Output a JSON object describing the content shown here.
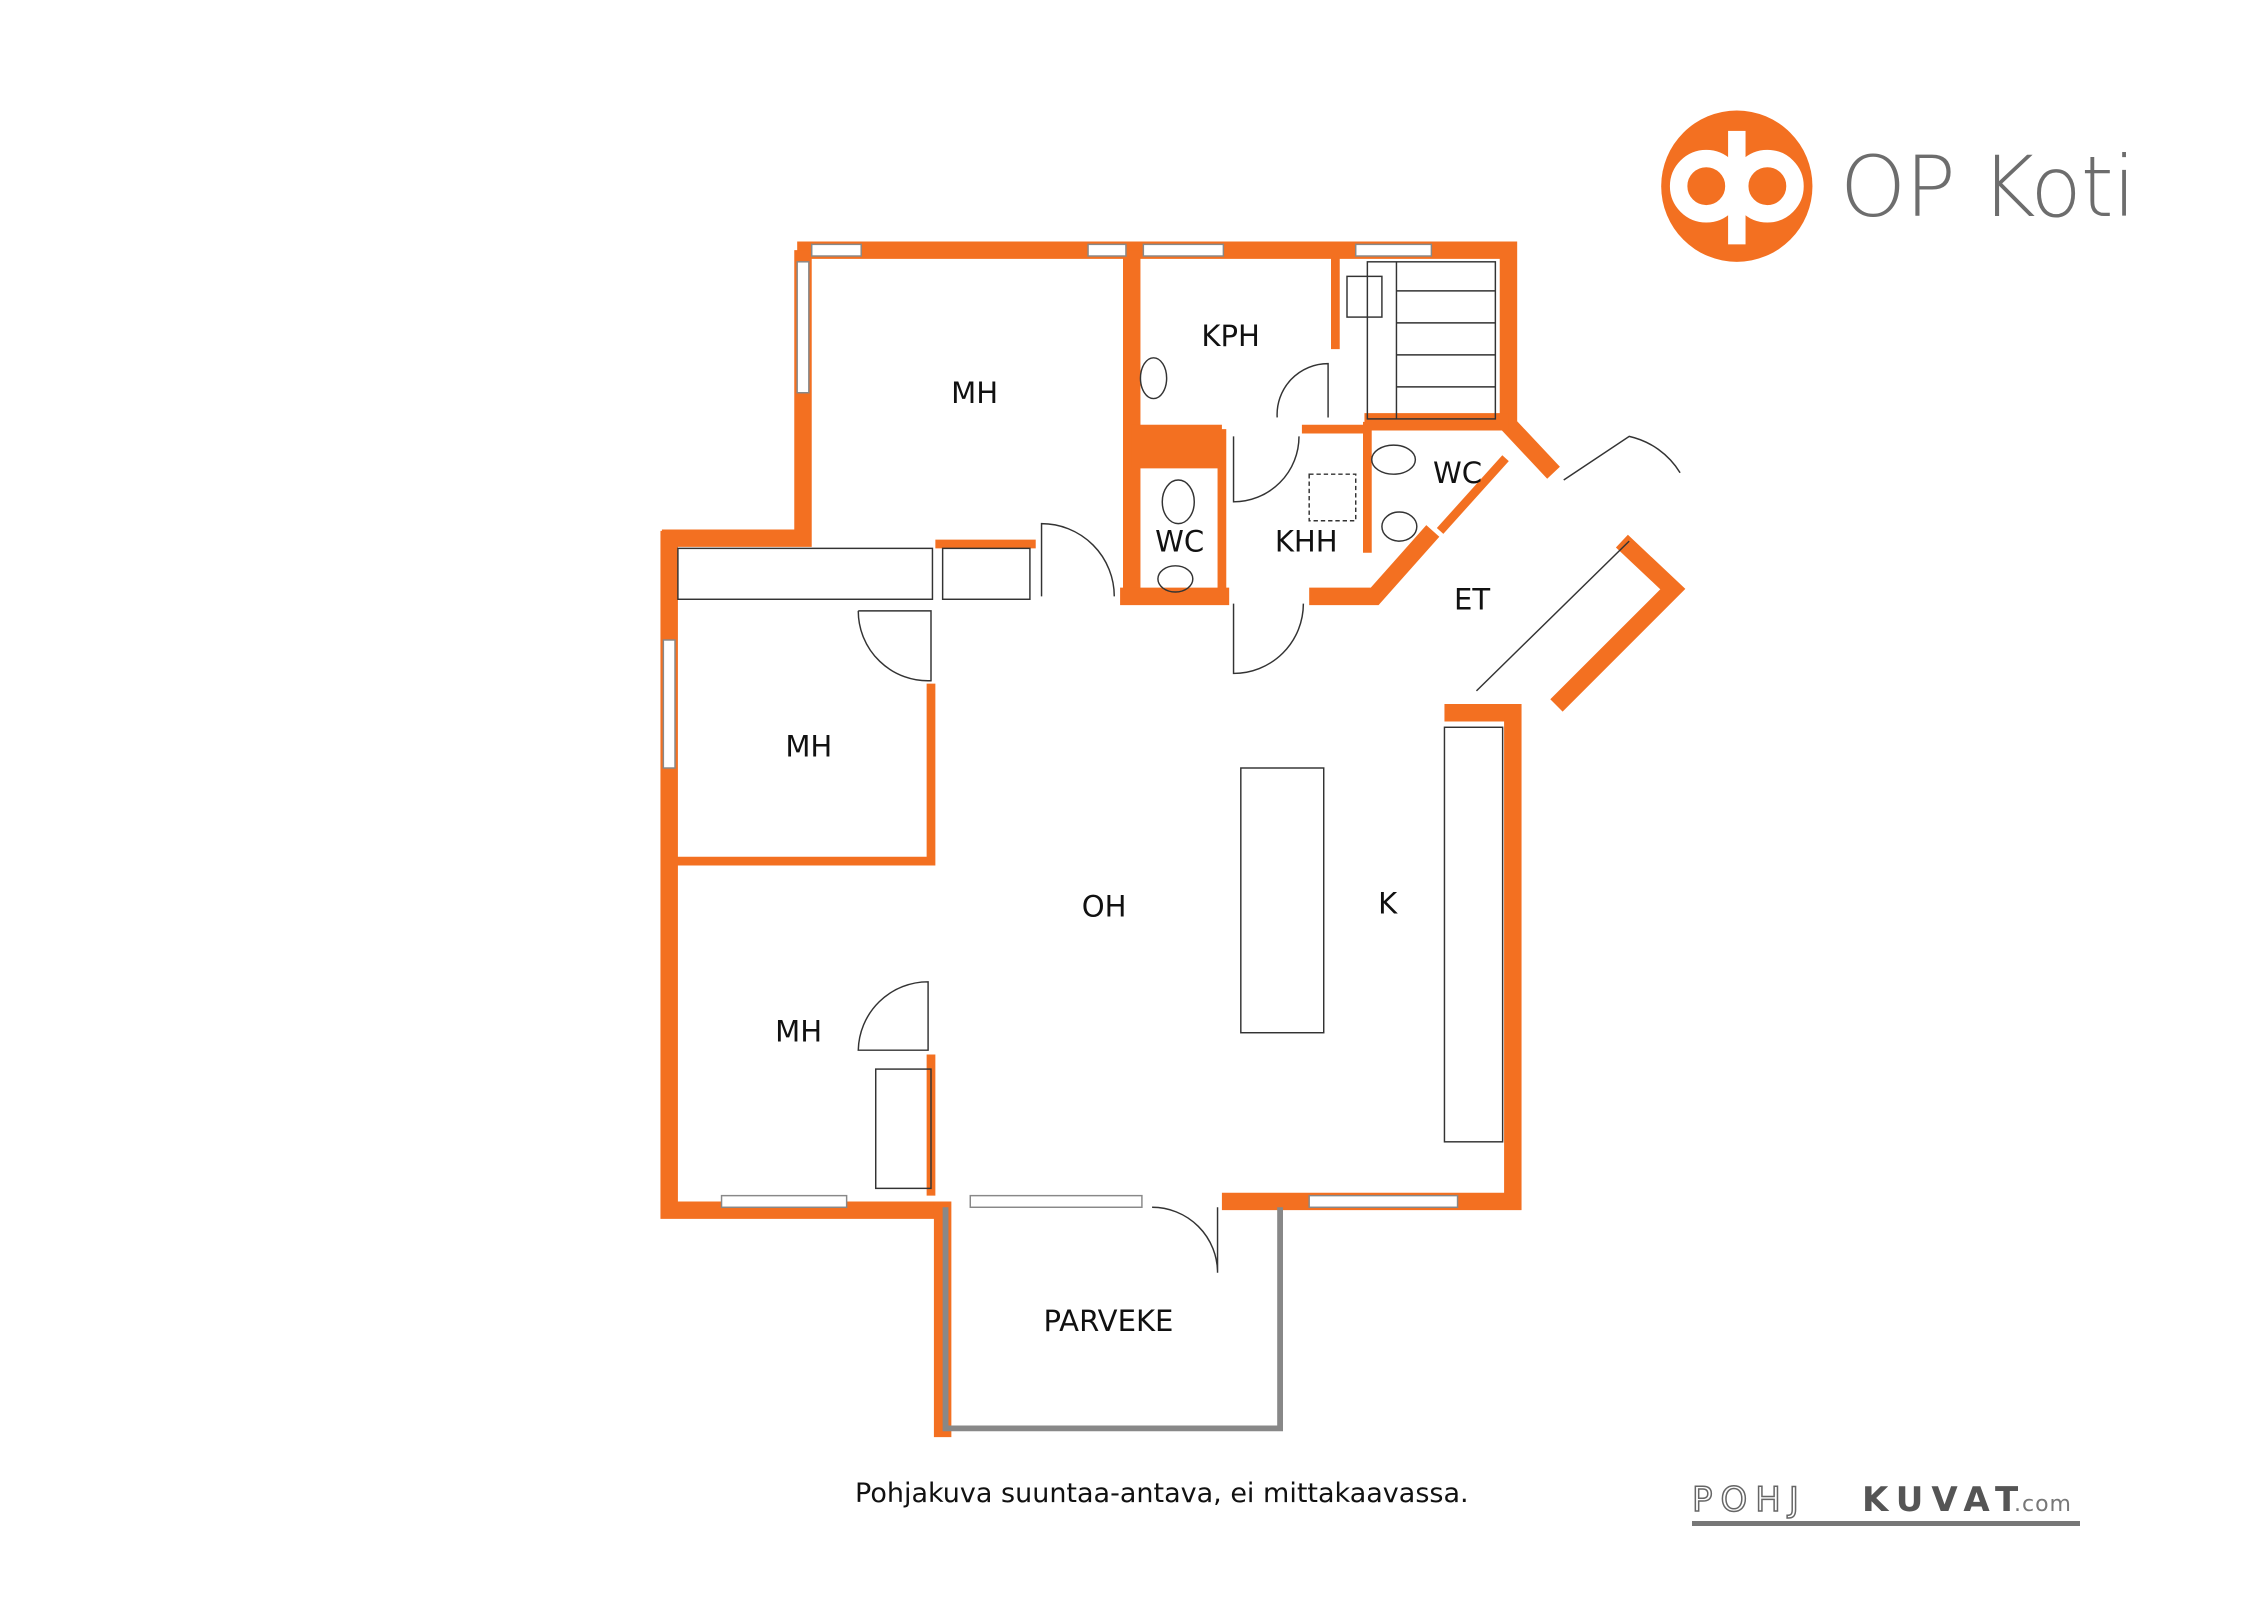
{
  "brand": {
    "name": "OP Koti",
    "color": "#F37021"
  },
  "rooms": {
    "mh_top": "MH",
    "kph": "KPH",
    "wc1": "WC",
    "wc2": "WC",
    "khh": "KHH",
    "et": "ET",
    "mh_mid": "MH",
    "oh": "OH",
    "k": "K",
    "mh_bottom": "MH",
    "parveke": "PARVEKE"
  },
  "note": "Pohjakuva suuntaa-antava, ei mittakaavassa.",
  "credit": {
    "part1": "POHJ",
    "part2": "KUVAT",
    "suffix": ".com"
  }
}
